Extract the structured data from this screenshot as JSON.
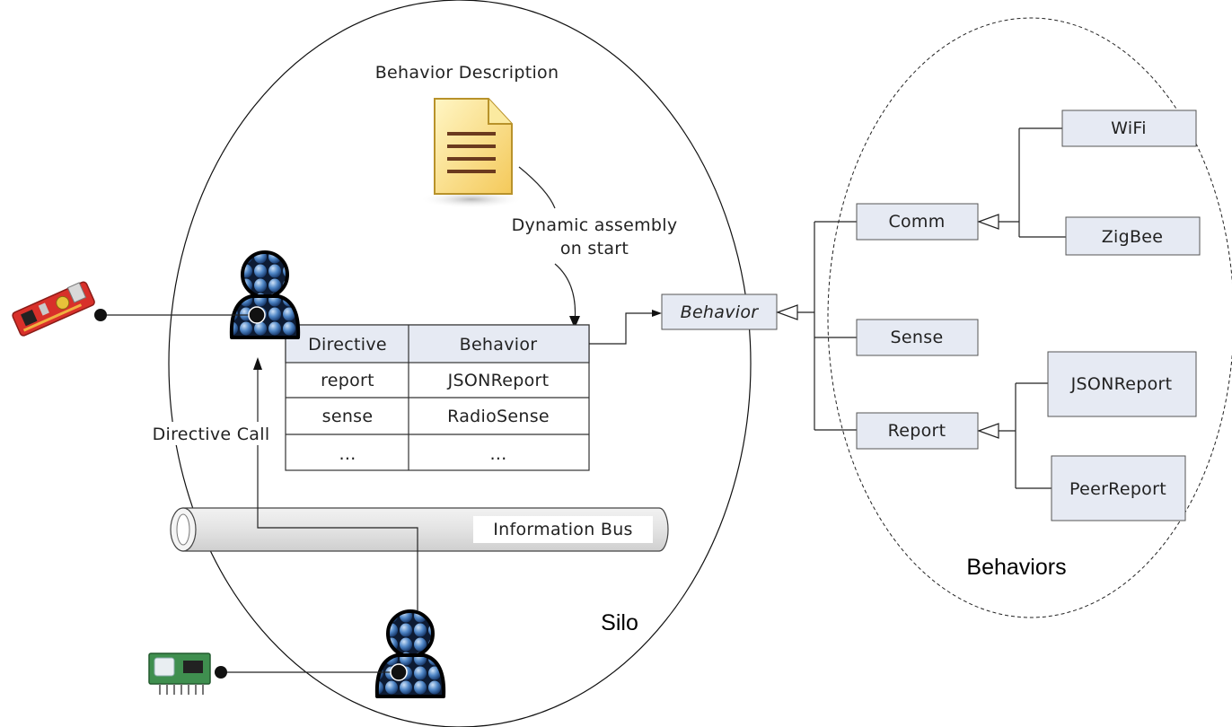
{
  "silo": {
    "label": "Silo"
  },
  "behaviors_group": {
    "label": "Behaviors"
  },
  "behavior_description": {
    "label": "Behavior Description"
  },
  "assembly_note": {
    "line1": "Dynamic assembly",
    "line2": "on start"
  },
  "directive_call": {
    "label": "Directive Call"
  },
  "information_bus": {
    "label": "Information Bus"
  },
  "directive_table": {
    "headers": [
      "Directive",
      "Behavior"
    ],
    "rows": [
      [
        "report",
        "JSONReport"
      ],
      [
        "sense",
        "RadioSense"
      ],
      [
        "…",
        "…"
      ]
    ]
  },
  "class_hierarchy": {
    "base": "Behavior",
    "children": [
      "Comm",
      "Sense",
      "Report"
    ],
    "comm_children": [
      "WiFi",
      "ZigBee"
    ],
    "report_children": [
      "JSONReport",
      "PeerReport"
    ]
  },
  "colors": {
    "box_fill": "#e6eaf3",
    "agent_blue": "#4f86c6",
    "document_yellow": "#f7d96a",
    "board_red": "#d8302a",
    "sensor_green": "#3f8f4f"
  }
}
